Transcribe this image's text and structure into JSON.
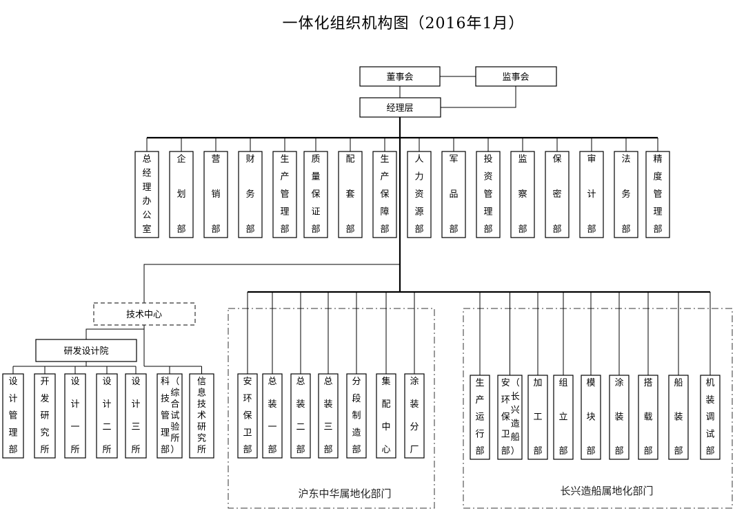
{
  "title": "一体化组织机构图（2016年1月）",
  "top": {
    "board": "董事会",
    "supervisory": "监事会",
    "management": "经理层"
  },
  "departments": [
    "总经理办公室",
    "企划部",
    "营销部",
    "财务部",
    "生产管理部",
    "质量保证部",
    "配套部",
    "生产保障部",
    "人力资源部",
    "军品部",
    "投资管理部",
    "监察部",
    "保密部",
    "审计部",
    "法务部",
    "精度管理部"
  ],
  "tech_center": {
    "label": "技术中心",
    "institute": "研发设计院",
    "institute_units": [
      "设计管理部",
      "开发研究所",
      "设计一所",
      "设计二所",
      "设计三所"
    ],
    "direct_units": [
      {
        "main": "科技管理部",
        "note": "（综合试验所）"
      },
      {
        "main": "信息技术研究所",
        "note": ""
      }
    ]
  },
  "hudong": {
    "label": "沪东中华属地化部门",
    "units": [
      {
        "main": "安环保卫部",
        "note": ""
      },
      {
        "main": "总装一部",
        "note": ""
      },
      {
        "main": "总装二部",
        "note": ""
      },
      {
        "main": "总装三部",
        "note": ""
      },
      {
        "main": "分段制造部",
        "note": ""
      },
      {
        "main": "集配中心",
        "note": ""
      },
      {
        "main": "涂装分厂",
        "note": ""
      }
    ]
  },
  "changxing": {
    "label": "长兴造船属地化部门",
    "units": [
      {
        "main": "生产运行部",
        "note": ""
      },
      {
        "main": "安环保卫部",
        "note": "（长兴造船）"
      },
      {
        "main": "加工部",
        "note": ""
      },
      {
        "main": "组立部",
        "note": ""
      },
      {
        "main": "模块部",
        "note": ""
      },
      {
        "main": "涂装部",
        "note": ""
      },
      {
        "main": "搭载部",
        "note": ""
      },
      {
        "main": "船装部",
        "note": ""
      },
      {
        "main": "机装调试部",
        "note": ""
      }
    ]
  }
}
